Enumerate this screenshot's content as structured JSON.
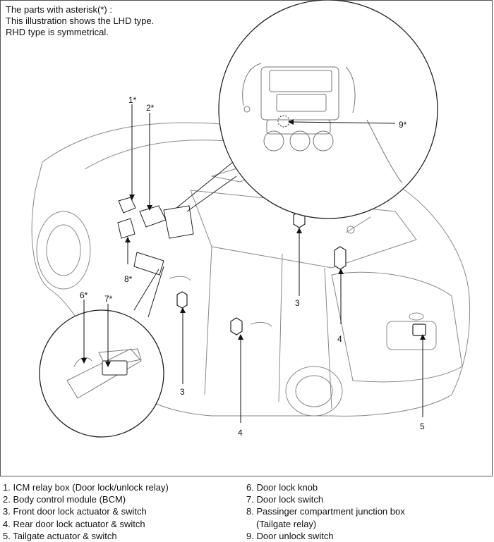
{
  "note": {
    "line1": "The parts with asterisk(*) :",
    "line2": "This illustration shows the LHD type.",
    "line3": "RHD type is symmetrical."
  },
  "callouts": {
    "c1": "1*",
    "c2": "2*",
    "c3a": "3",
    "c3b": "3",
    "c4a": "4",
    "c4b": "4",
    "c5": "5",
    "c6": "6*",
    "c7": "7*",
    "c8": "8*",
    "c9": "9*"
  },
  "legend": {
    "left": [
      "1. ICM relay box (Door lock/unlock relay)",
      "2. Body control module (BCM)",
      "3. Front door lock actuator & switch",
      "4. Rear door lock actuator & switch",
      "5. Tailgate actuator & switch"
    ],
    "right": [
      "6. Door lock knob",
      "7. Door lock switch",
      "8. Passinger compartment junction box",
      "(Tailgate relay)",
      "9. Door unlock switch"
    ]
  }
}
